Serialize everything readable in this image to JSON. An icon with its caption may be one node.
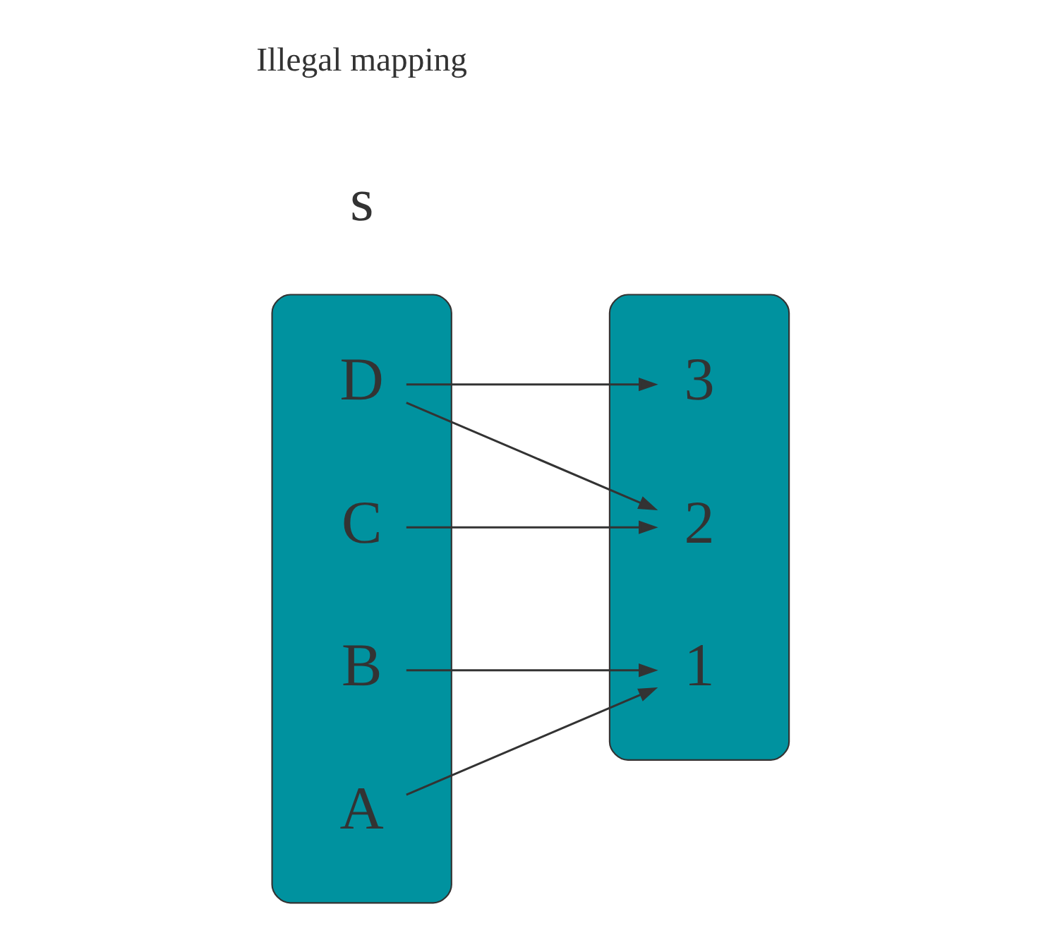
{
  "diagram": {
    "nodes": [
      {
        "text": [],
        "shape": "ellipse"
      },
      {
        "text": [
          "A"
        ],
        "in": 0
      },
      {
        "text": [
          "B"
        ],
        "in": 0
      },
      {
        "text": [
          "C"
        ],
        "in": 0
      },
      {
        "text": [
          "D"
        ],
        "in": 0
      },
      {
        "text": [],
        "shape": "ellipse"
      },
      {
        "text": [
          "1"
        ],
        "in": 5
      },
      {
        "text": [
          "2"
        ],
        "in": 5
      },
      {
        "text": [
          "3"
        ],
        "in": 5
      }
    ],
    "edges": [
      {
        "from": 1,
        "to": 6,
        "arrow": "to"
      },
      {
        "from": 2,
        "to": 6,
        "arrow": "to"
      },
      {
        "from": 3,
        "to": 7,
        "arrow": "to"
      },
      {
        "from": 4,
        "to": 7,
        "arrow": "to"
      },
      {
        "from": 4,
        "to": 8,
        "arrow": "to"
      }
    ],
    "labels": [
      "s",
      "Illegal mapping"
    ]
  }
}
